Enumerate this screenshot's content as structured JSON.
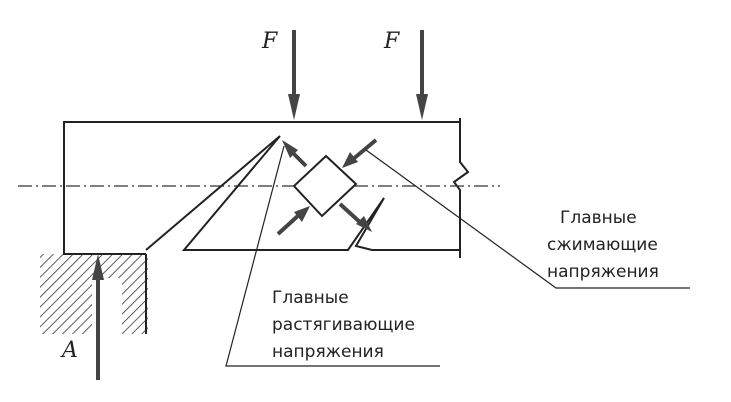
{
  "labels": {
    "force_left": "F",
    "force_right": "F",
    "support_reaction": "A",
    "compressive_line1": "Главные",
    "compressive_line2": "сжимающие",
    "compressive_line3": "напряжения",
    "tensile_line1": "Главные",
    "tensile_line2": "растягивающие",
    "tensile_line3": "напряжения"
  }
}
